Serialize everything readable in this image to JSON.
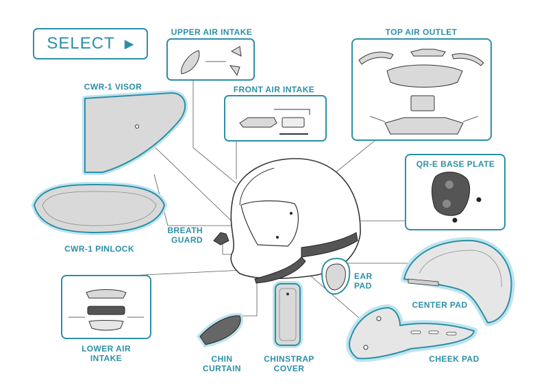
{
  "select_button": {
    "label": "SELECT",
    "arrow_icon": "play-triangle-icon"
  },
  "parts": {
    "upper_air_intake": "UPPER AIR INTAKE",
    "top_air_outlet": "TOP AIR OUTLET",
    "cwr1_visor": "CWR-1 VISOR",
    "front_air_intake": "FRONT AIR INTAKE",
    "qre_base_plate": "QR-E BASE PLATE",
    "cwr1_pinlock": "CWR-1 PINLOCK",
    "breath_guard_line1": "BREATH",
    "breath_guard_line2": "GUARD",
    "ear_pad_line1": "EAR",
    "ear_pad_line2": "PAD",
    "center_pad": "CENTER PAD",
    "lower_air_intake_line1": "LOWER AIR",
    "lower_air_intake_line2": "INTAKE",
    "chin_curtain_line1": "CHIN",
    "chin_curtain_line2": "CURTAIN",
    "chinstrap_cover_line1": "CHINSTRAP",
    "chinstrap_cover_line2": "COVER",
    "cheek_pad": "CHEEK PAD"
  },
  "colors": {
    "accent": "#2b8fa6",
    "line": "#555555",
    "part_fill": "#d9d9d9",
    "highlight": "#bfe4ee"
  }
}
